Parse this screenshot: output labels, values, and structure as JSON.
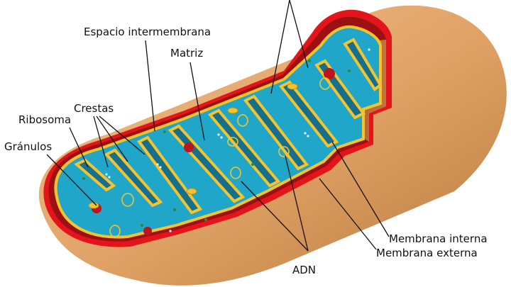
{
  "diagram": {
    "labels": {
      "espacio": "Espacio intermembrana",
      "matriz": "Matriz",
      "crestas": "Crestas",
      "ribosoma": "Ribosoma",
      "granulos": "Gránulos",
      "membrana_interna": "Membrana interna",
      "membrana_externa": "Membrana externa",
      "adn": "ADN"
    },
    "colors": {
      "outer_skin": "#D99A5E",
      "outer_skin_light": "#F2C08A",
      "outer_membrane": "#E4141B",
      "intermembrane": "#9B1111",
      "matrix": "#1FA6C9",
      "inner_membrane": "#F4C430",
      "cut_wall": "#A8692E",
      "ribosome": "#2E8B3A",
      "granule": "#C0141B"
    }
  }
}
